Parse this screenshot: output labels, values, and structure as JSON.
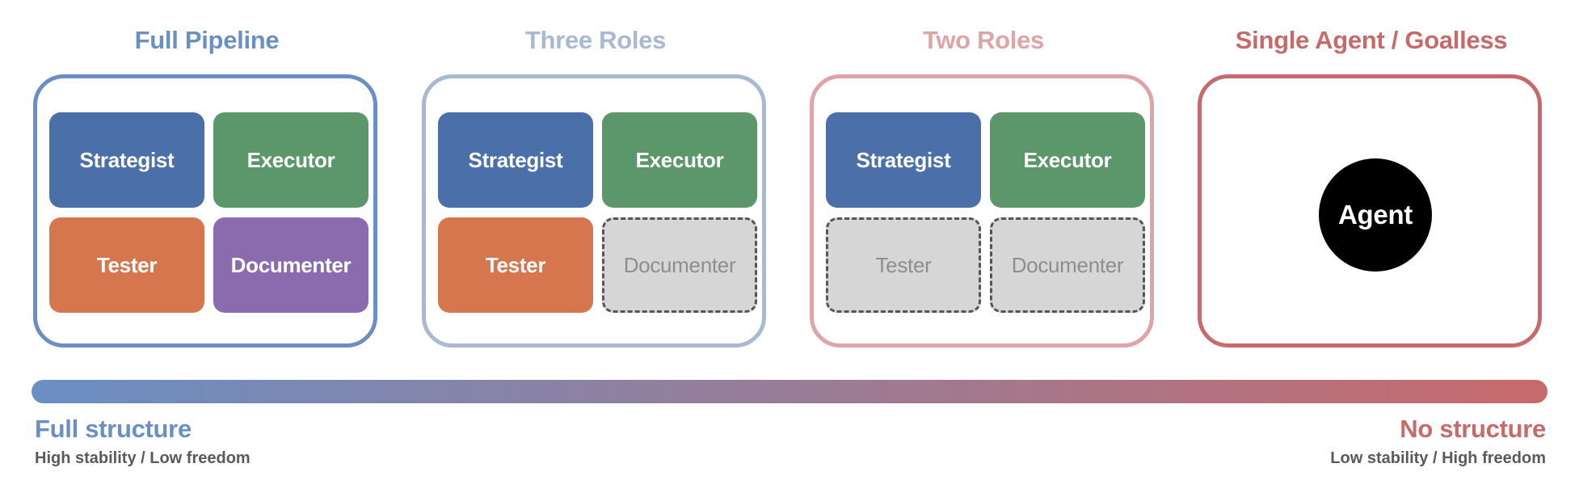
{
  "colors": {
    "panel_full": "#6a8fc3",
    "panel_three": "#a9b8d3",
    "panel_two": "#dea4a6",
    "panel_single": "#c76a6c",
    "strategist": "#4a6fa9",
    "executor": "#5c966b",
    "tester": "#d6764e",
    "documenter": "#8a6cae",
    "inactive": "#d6d6d6",
    "agent": "#000000",
    "gradient_start": "#6a8fc3",
    "gradient_end": "#c76a6c",
    "sub_label": "#5a5a5a"
  },
  "panels": [
    {
      "title": "Full Pipeline",
      "roles": [
        {
          "label": "Strategist",
          "active": true
        },
        {
          "label": "Executor",
          "active": true
        },
        {
          "label": "Tester",
          "active": true
        },
        {
          "label": "Documenter",
          "active": true
        }
      ]
    },
    {
      "title": "Three Roles",
      "roles": [
        {
          "label": "Strategist",
          "active": true
        },
        {
          "label": "Executor",
          "active": true
        },
        {
          "label": "Tester",
          "active": true
        },
        {
          "label": "Documenter",
          "active": false
        }
      ]
    },
    {
      "title": "Two Roles",
      "roles": [
        {
          "label": "Strategist",
          "active": true
        },
        {
          "label": "Executor",
          "active": true
        },
        {
          "label": "Tester",
          "active": false
        },
        {
          "label": "Documenter",
          "active": false
        }
      ]
    },
    {
      "title": "Single Agent / Goalless",
      "agent_label": "Agent"
    }
  ],
  "scale": {
    "left_title": "Full structure",
    "left_subtitle": "High stability / Low freedom",
    "right_title": "No structure",
    "right_subtitle": "Low stability / High freedom"
  }
}
